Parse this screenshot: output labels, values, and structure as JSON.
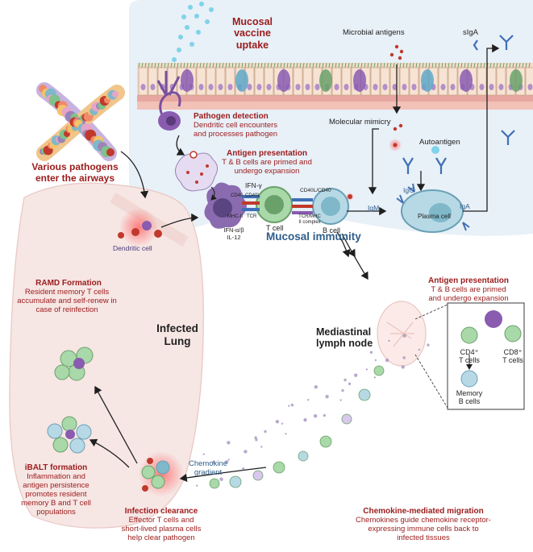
{
  "colors": {
    "mucosa_bg": "#e8f0f8",
    "lung_fill": "#f6e6e4",
    "title_red": "#9b1b1b",
    "mucosal_blue": "#2e5d8a",
    "dendritic_purple": "#7b4f9e",
    "t_cell_green": "#7fc28a",
    "b_cell_teal": "#7fb8c9",
    "antibody_blue": "#3f6fb5"
  },
  "labels": {
    "mucosal_vaccine_uptake": "Mucosal\nvaccine\nuptake",
    "microbial_antigens": "Microbial antigens",
    "siga": "sIgA",
    "pathogen_detection_title": "Pathogen detection",
    "pathogen_detection_text": "Dendritic cell encounters\nand processes pathogen",
    "molecular_mimicry": "Molecular mimicry",
    "autoantigen": "Autoantigen",
    "antigen_presentation_top_title": "Antigen presentation",
    "antigen_presentation_top_text": "T & B cells are primed and\nundergo expansion",
    "ifn_gamma": "IFN-γ",
    "cd40l_cd40": "CD40L/CD40",
    "cd40": "CD40",
    "cd40l": "CD40L",
    "mhc_ii": "MHC-II",
    "tcr": "TCR",
    "tcr_mhc": "TCR/MHC\nII complex",
    "t_cell": "T cell",
    "b_cell": "B cell",
    "igm": "IgM",
    "igg": "IgG",
    "iga": "IgA",
    "plasma_cell": "Plasma cell",
    "ifn_ab": "IFN-α/β\nIL-12",
    "mucosal_immunity": "Mucosal immunity",
    "various_pathogens": "Various pathogens\nenter the airways",
    "dendritic_cell": "Dendritic cell",
    "ramd_title": "RAMD Formation",
    "ramd_text": "Resident memory T cells\naccumulate and self-renew in\ncase of reinfection",
    "infected_lung": "Infected\nLung",
    "ibalt_title": "iBALT formation",
    "ibalt_text": "Inflammation and\nantigen persistence\npromotes resident\nmemory B and T cell\npopulations",
    "mediastinal": "Mediastinal\nlymph node",
    "antigen_presentation_ln_title": "Antigen presentation",
    "antigen_presentation_ln_text": "T & B cells are primed\nand undergo expansion",
    "cd4": "CD4⁺\nT cells",
    "cd8": "CD8⁺\nT cells",
    "memory_b": "Memory\nB cells",
    "chemokine_gradient": "Chemokine\ngradient",
    "infection_clearance_title": "Infection clearance",
    "infection_clearance_text": "Effector T cells and\nshort-lived plasma cells\nhelp clear pathogen",
    "chemokine_migration_title": "Chemokine-mediated migration",
    "chemokine_migration_text": "Chemokines guide chemokine receptor-\nexpressing immune cells back to\ninfected tissues"
  }
}
